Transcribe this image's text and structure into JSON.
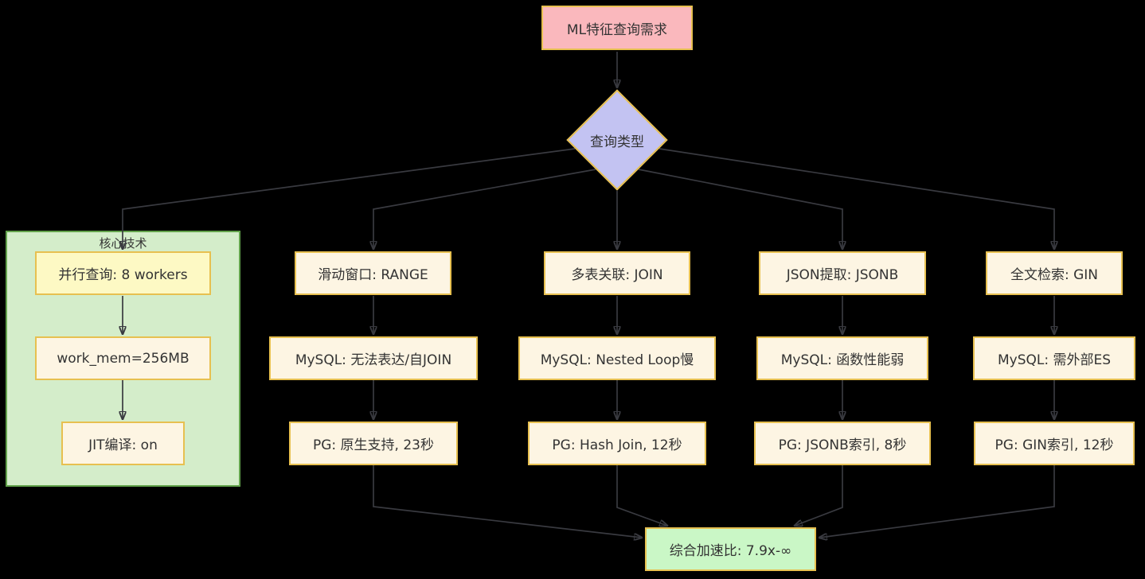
{
  "diagram": {
    "title_node": "ML特征查询需求",
    "decision_node": "查询类型",
    "cluster": {
      "label": "核心技术",
      "steps": [
        "并行查询: 8 workers",
        "work_mem=256MB",
        "JIT编译: on"
      ]
    },
    "columns": [
      {
        "query": "滑动窗口: RANGE",
        "mysql": "MySQL: 无法表达/自JOIN",
        "pg": "PG: 原生支持, 23秒"
      },
      {
        "query": "多表关联: JOIN",
        "mysql": "MySQL: Nested Loop慢",
        "pg": "PG: Hash Join, 12秒"
      },
      {
        "query": "JSON提取: JSONB",
        "mysql": "MySQL: 函数性能弱",
        "pg": "PG: JSONB索引, 8秒"
      },
      {
        "query": "全文检索: GIN",
        "mysql": "MySQL: 需外部ES",
        "pg": "PG: GIN索引, 12秒"
      }
    ],
    "result_node": "综合加速比: 7.9x-∞",
    "colors": {
      "background": "#000000",
      "requirement_fill": "#fab8bd",
      "decision_fill": "#c3c3f2",
      "container_fill": "#d4edca",
      "container_border": "#62a24b",
      "highlight_fill": "#fdf9c4",
      "step_fill": "#fdf5e3",
      "result_fill": "#caf7c6",
      "node_border": "#e7c050",
      "edge_color": "#393a40",
      "text_color": "#333333"
    }
  }
}
